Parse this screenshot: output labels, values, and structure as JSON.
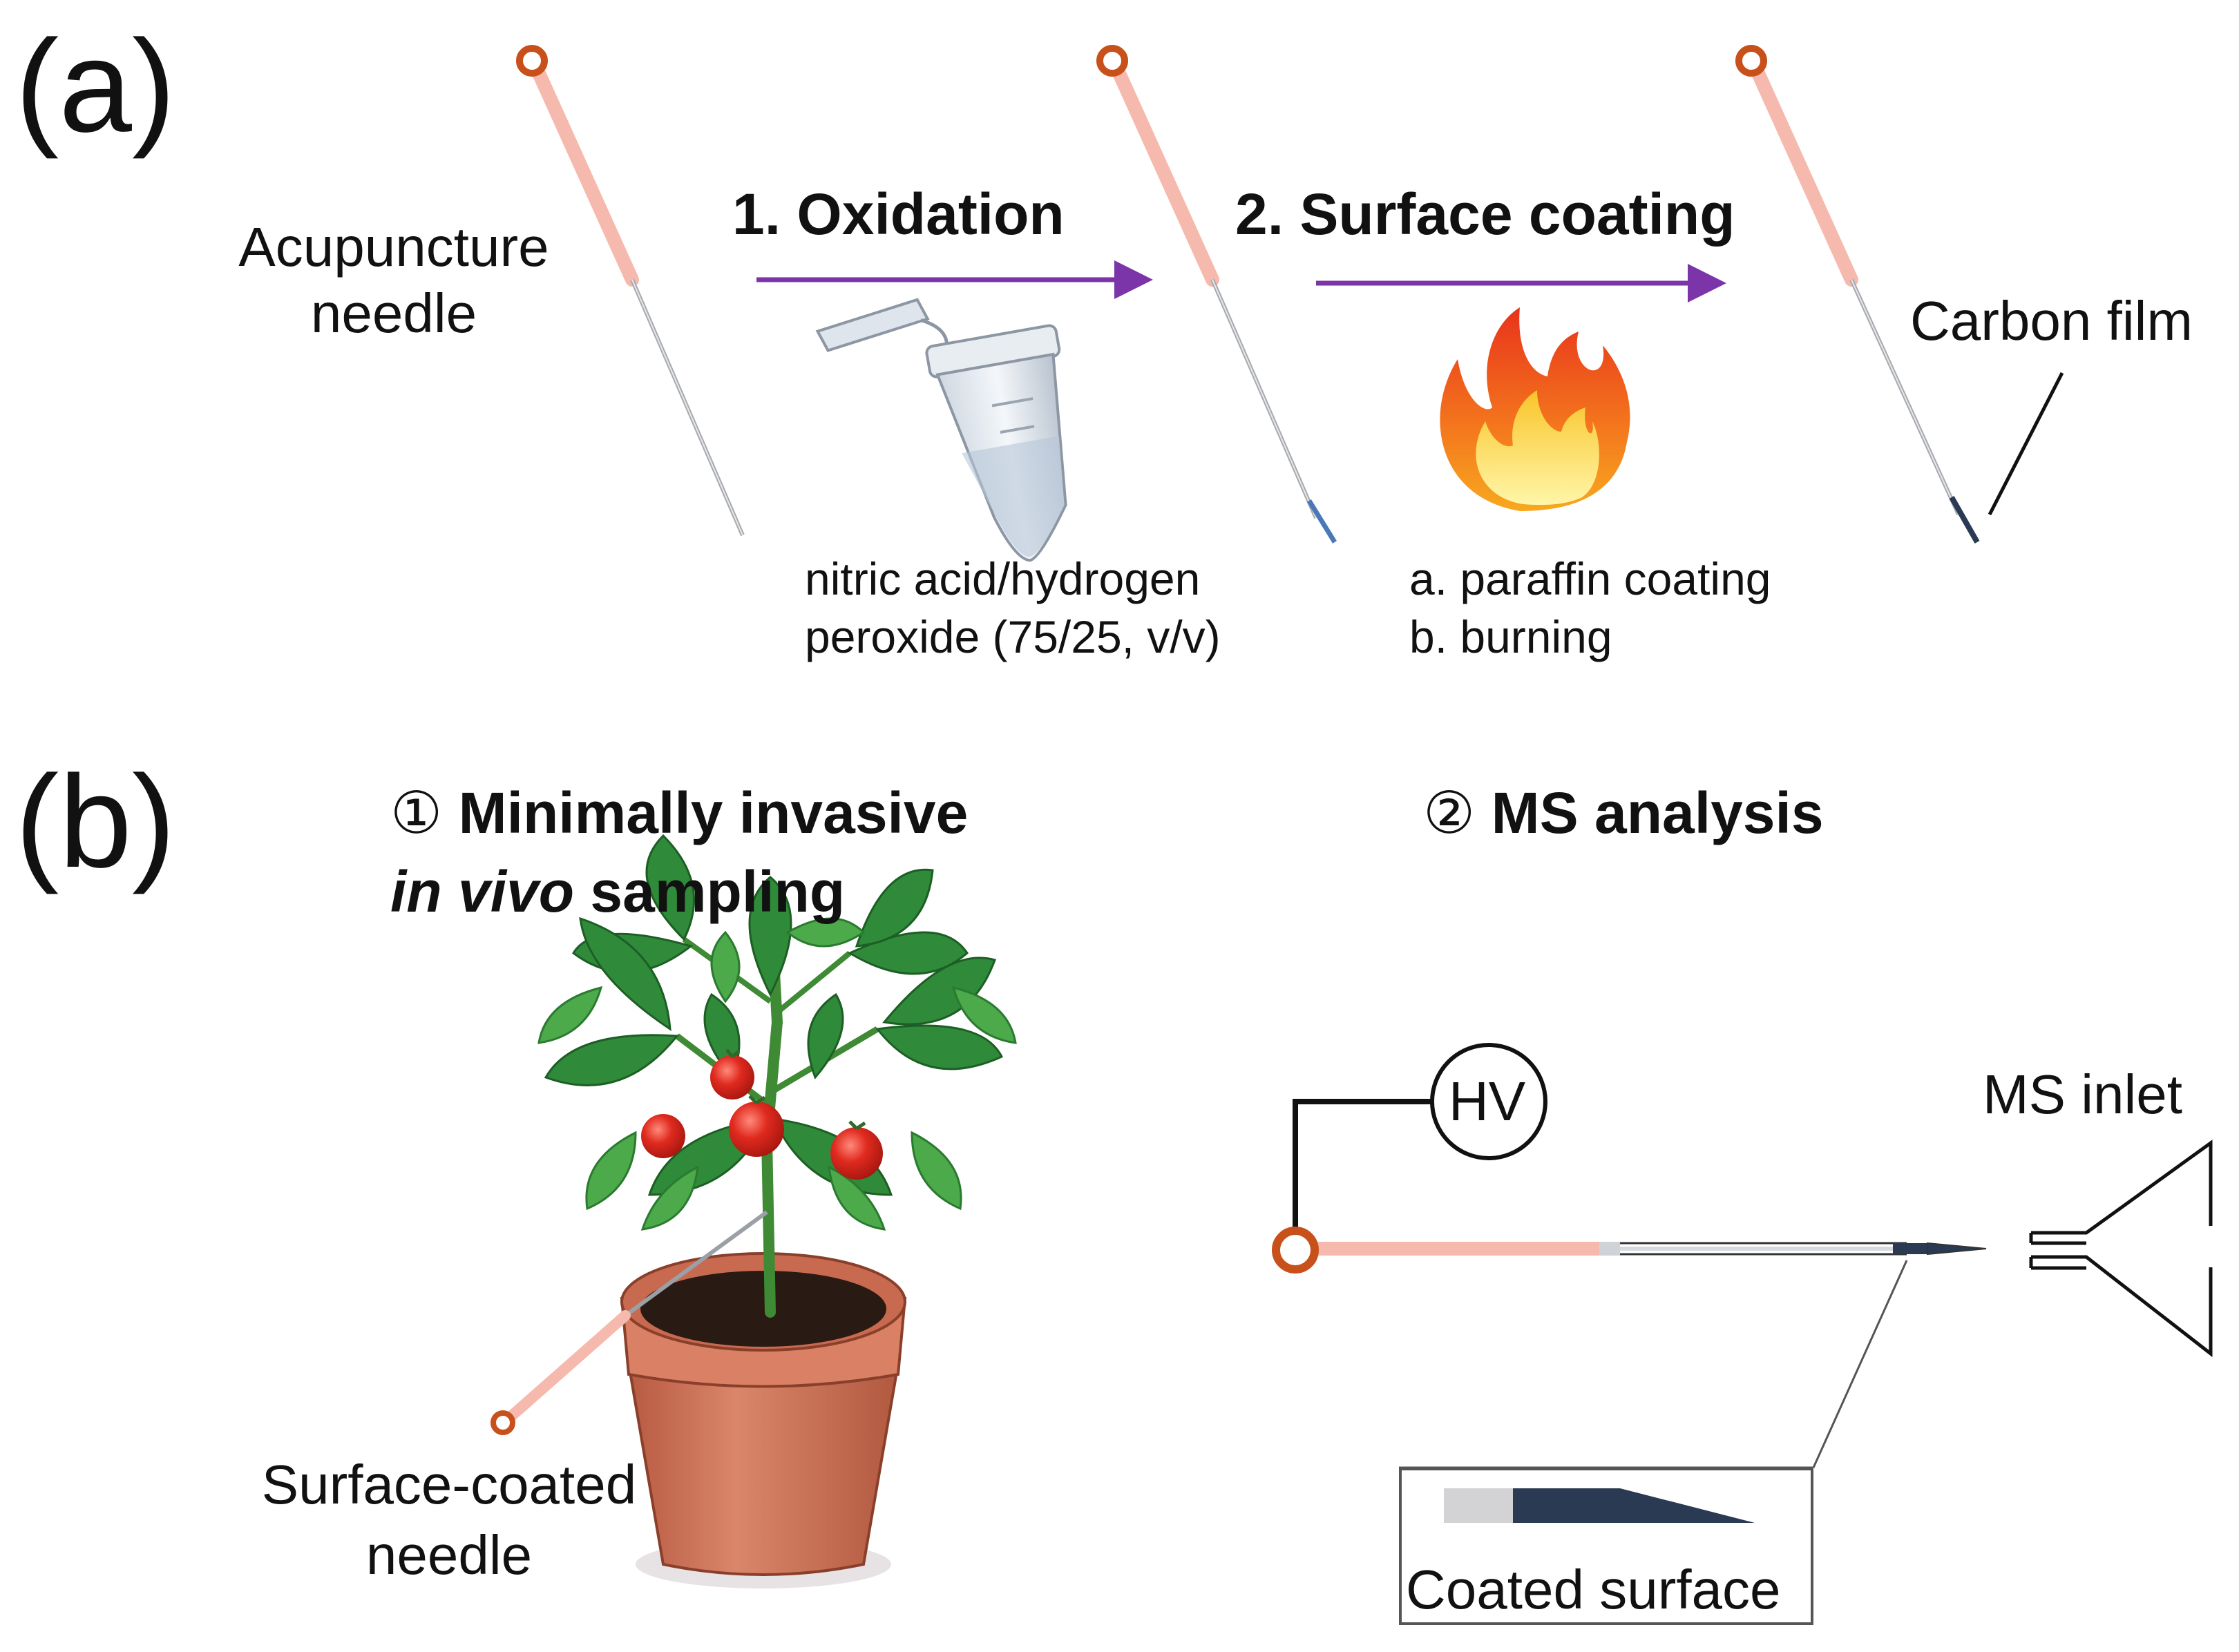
{
  "panel_a": {
    "label": "(a)",
    "needle_label_line1": "Acupuncture",
    "needle_label_line2": "needle",
    "step1_title": "1. Oxidation",
    "step1_reagent_line1": "nitric acid/hydrogen",
    "step1_reagent_line2": "peroxide (75/25, v/v)",
    "step2_title": "2. Surface coating",
    "step2_sub_a": "a. paraffin coating",
    "step2_sub_b": "b. burning",
    "carbon_label": "Carbon film"
  },
  "panel_b": {
    "label": "(b)",
    "step1_marker": "①",
    "step1_title_line1": "Minimally invasive",
    "step1_title_line2_italic": "in vivo",
    "step1_title_line2_rest": "sampling",
    "step2_marker": "②",
    "step2_title": "MS analysis",
    "needle_label_line1": "Surface-coated",
    "needle_label_line2": "needle",
    "hv_label": "HV",
    "ms_inlet_label": "MS inlet",
    "coated_surface_label": "Coated surface"
  },
  "colors": {
    "arrow": "#7b35a8",
    "needle_handle": "#f6b9ad",
    "needle_ring": "#c8501a",
    "coating": "#2a3a52",
    "pot": "#cf7459",
    "leaf": "#2f8a3a",
    "tomato": "#e02a1f"
  }
}
